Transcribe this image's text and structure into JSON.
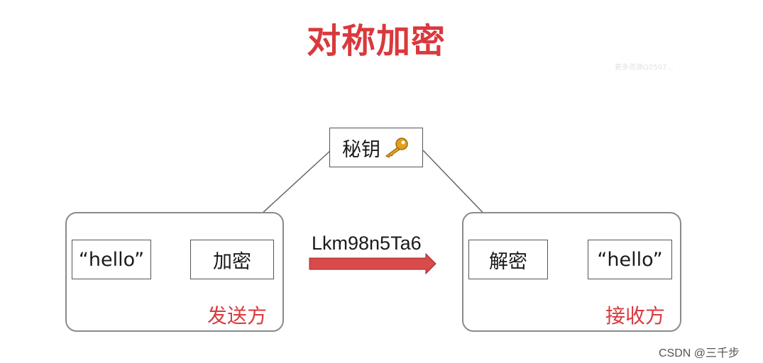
{
  "title": "对称加密",
  "watermark_top": "更多资源Q2507...",
  "key_box": {
    "label": "秘钥",
    "icon": "key-icon"
  },
  "sender": {
    "label": "发送方",
    "plaintext": "“hello”",
    "action": "加密"
  },
  "ciphertext": "Lkm98n5Ta6",
  "receiver": {
    "label": "接收方",
    "action": "解密",
    "plaintext": "“hello”"
  },
  "watermark_bottom": "CSDN @三千步",
  "colors": {
    "accent": "#d9393d",
    "arrow_fill": "#d94a4a",
    "line": "#666666"
  }
}
